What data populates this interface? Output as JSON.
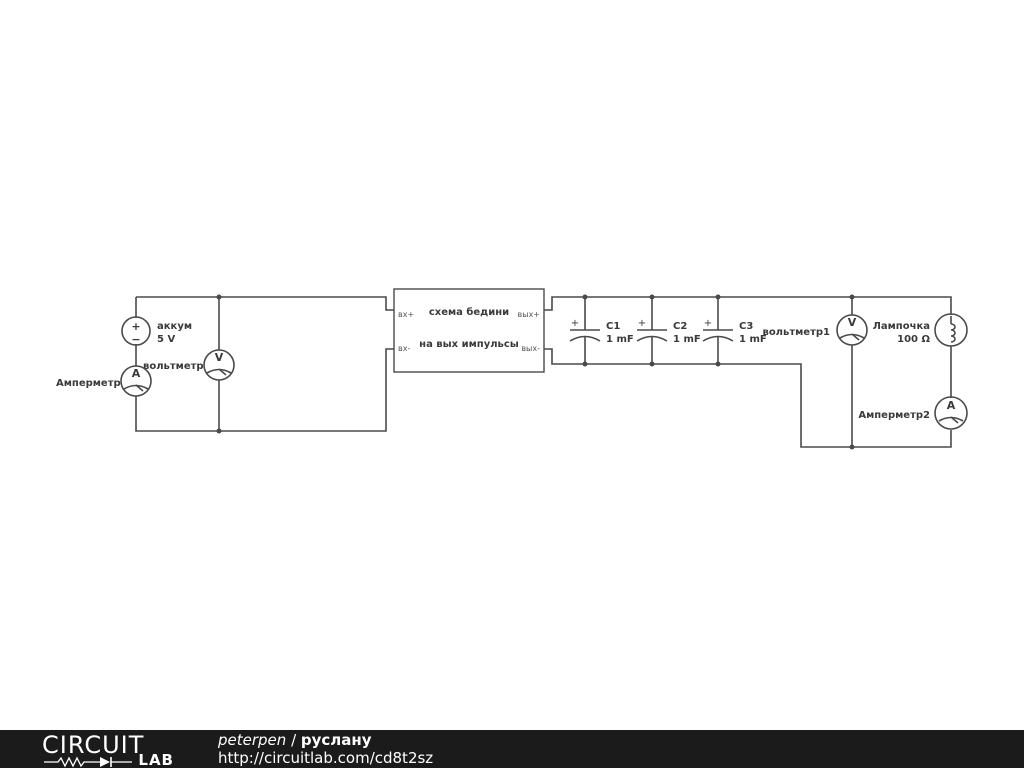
{
  "components": {
    "battery": {
      "name": "аккум",
      "value": "5 V"
    },
    "voltmeter_left": {
      "name": "вольтметр"
    },
    "ammeter_left": {
      "name": "Амперметр"
    },
    "block": {
      "line1": "схема бедини",
      "line2": "на вых импульсы",
      "in_plus": "вх+",
      "in_minus": "вх-",
      "out_plus": "вых+",
      "out_minus": "вых-"
    },
    "c1": {
      "name": "C1",
      "value": "1 mF"
    },
    "c2": {
      "name": "C2",
      "value": "1 mF"
    },
    "c3": {
      "name": "C3",
      "value": "1 mF"
    },
    "voltmeter_right": {
      "name": "вольтметр1"
    },
    "lamp": {
      "name": "Лампочка",
      "value": "100 Ω"
    },
    "ammeter_right": {
      "name": "Амперметр2"
    },
    "meter_letters": {
      "voltmeter": "V",
      "ammeter": "A"
    },
    "polarity": {
      "plus": "+",
      "minus": "−"
    }
  },
  "footer": {
    "logo_top": "CIRCUIT",
    "logo_bottom": "LAB",
    "author": "peterpen",
    "separator": " / ",
    "title": "руслану",
    "url": "http://circuitlab.com/cd8t2sz"
  }
}
